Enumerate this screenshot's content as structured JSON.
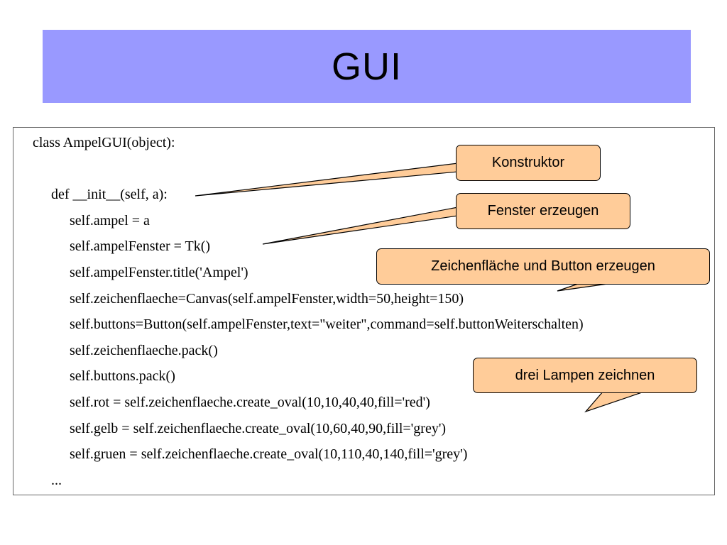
{
  "slide": {
    "title": "GUI",
    "title_bar_color": "#9999ff",
    "callout_color": "#ffcc99"
  },
  "code": {
    "lines": [
      "class AmpelGUI(object):",
      "def __init__(self, a):",
      "self.ampel = a",
      "self.ampelFenster = Tk()",
      "self.ampelFenster.title('Ampel')",
      "self.zeichenflaeche=Canvas(self.ampelFenster,width=50,height=150)",
      "self.buttons=Button(self.ampelFenster,text=\"weiter\",command=self.buttonWeiterschalten)",
      "self.zeichenflaeche.pack()",
      "self.buttons.pack()",
      "self.rot = self.zeichenflaeche.create_oval(10,10,40,40,fill='red')",
      "self.gelb = self.zeichenflaeche.create_oval(10,60,40,90,fill='grey')",
      "self.gruen = self.zeichenflaeche.create_oval(10,110,40,140,fill='grey')",
      "..."
    ]
  },
  "callouts": {
    "konstruktor": "Konstruktor",
    "fenster": "Fenster erzeugen",
    "zeichenflaeche": "Zeichenfläche und Button erzeugen",
    "lampen": "drei Lampen zeichnen"
  }
}
